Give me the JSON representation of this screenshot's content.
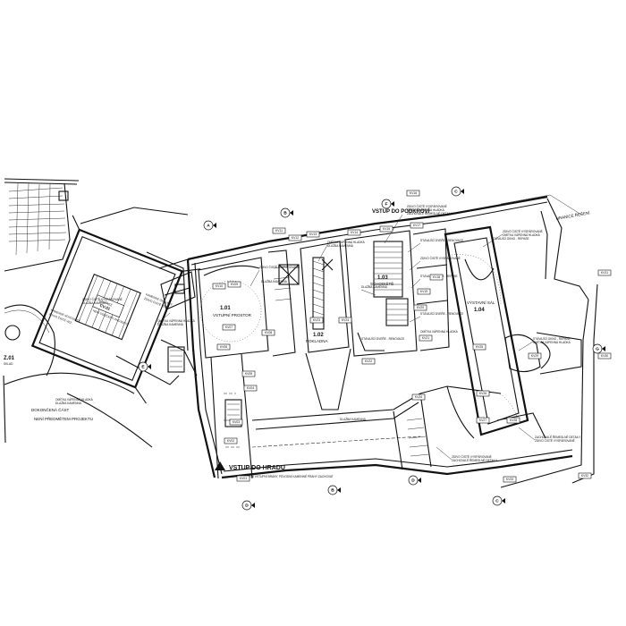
{
  "rooms": [
    {
      "id": "cv01",
      "number": "CV.01",
      "name": "ÚZKÁ VĚŽ",
      "note": "NENÍ SOUČÁSTÍ PROJEKTU"
    },
    {
      "id": "r101",
      "number": "1.01",
      "name": "VSTUPNÍ PROSTOR"
    },
    {
      "id": "r102",
      "number": "1.02",
      "name": "POKLADNA"
    },
    {
      "id": "r103",
      "number": "1.03",
      "name": "SCHODIŠTĚ"
    },
    {
      "id": "r104",
      "number": "1.04",
      "name": "VÝSTAVNÍ SÁL"
    }
  ],
  "labels": {
    "entrance": "VSTUP DO HRADU",
    "basement_entrance": "VSTUP DO PODKROVÍ",
    "completed_part": "DOKONČENÁ ČÁST",
    "not_in_scope": "NENÍ PŘEDMĚTEM PROJEKTU",
    "boundary": "HRANICE ŘEŠENÍ",
    "z01": "Z.01"
  },
  "axes": [
    "A",
    "B",
    "C",
    "D",
    "E",
    "F",
    "G"
  ],
  "tags": [
    "KV01",
    "KV02",
    "KV03",
    "KV04",
    "KV05",
    "KV06",
    "KV07",
    "KV08",
    "KV09",
    "KV10",
    "KV11",
    "KV12",
    "KV13",
    "KV14",
    "KV15",
    "KV16",
    "KV17",
    "KV18",
    "KV19",
    "KV20",
    "KV21",
    "KV22",
    "KV23",
    "KV24",
    "KV25",
    "KV26",
    "KV27",
    "KV28",
    "KV29",
    "KV30",
    "KV31",
    "KV32",
    "KV33",
    "KV34"
  ],
  "notes": {
    "stairs": "NENÍ SOUČÁSTÍ PROJEKTU",
    "wall_a": "ZDIVO ČISTĚ VYSPÁROVANÉ",
    "wall_b": "OMÍTKA VÁPENNÁ HLADKÁ",
    "wall_c": "ZACHOVALÉ ŘEMESLNÉ DETAILY",
    "floor": "DLAŽBA KAMENNÁ",
    "door": "STÁVAJÍCÍ DVEŘE - RENOVACE",
    "window": "STÁVAJÍCÍ OKNO - REPASE",
    "entry_note": "OSAZENÍ VSTUPNÍ BRÁNY, PŮVODNÍ KAMENNÉ PRAHY ZACHOVAT"
  }
}
